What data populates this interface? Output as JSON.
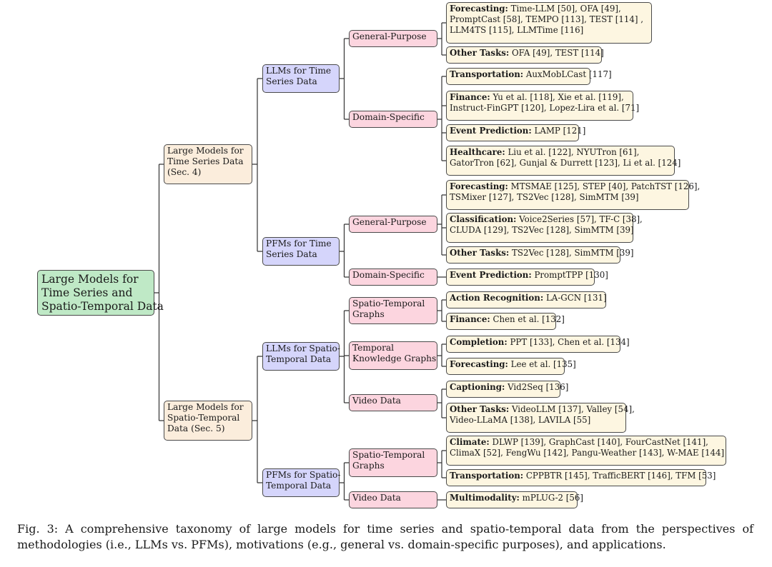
{
  "root": {
    "label": [
      "Large Models for",
      "Time Series and",
      "Spatio-Temporal Data"
    ]
  },
  "level1": [
    {
      "label": [
        "Large Models for",
        "Time Series Data",
        "(Sec. 4)"
      ]
    },
    {
      "label": [
        "Large Models for",
        "Spatio-Temporal",
        "Data (Sec. 5)"
      ]
    }
  ],
  "level2": [
    {
      "label": [
        "LLMs for Time",
        "Series Data"
      ]
    },
    {
      "label": [
        "PFMs for Time",
        "Series Data"
      ]
    },
    {
      "label": [
        "LLMs for Spatio-",
        "Temporal Data"
      ]
    },
    {
      "label": [
        "PFMs for Spatio-",
        "Temporal Data"
      ]
    }
  ],
  "level3": [
    {
      "label": [
        "General-Purpose"
      ]
    },
    {
      "label": [
        "Domain-Specific"
      ]
    },
    {
      "label": [
        "General-Purpose"
      ]
    },
    {
      "label": [
        "Domain-Specific"
      ]
    },
    {
      "label": [
        "Spatio-Temporal",
        "Graphs"
      ]
    },
    {
      "label": [
        "Temporal",
        "Knowledge Graphs"
      ]
    },
    {
      "label": [
        "Video Data"
      ]
    },
    {
      "label": [
        "Spatio-Temporal",
        "Graphs"
      ]
    },
    {
      "label": [
        "Video Data"
      ]
    }
  ],
  "leaves": [
    {
      "head": "Forecasting:",
      "lines": [
        " Time-LLM [50],  OFA [49],",
        "PromptCast [58],  TEMPO [113],  TEST [114] ,",
        "LLM4TS [115],  LLMTime [116]"
      ]
    },
    {
      "head": "Other Tasks:",
      "lines": [
        "  OFA [49],  TEST [114]"
      ]
    },
    {
      "head": "Transportation:",
      "lines": [
        "  AuxMobLCast [117]"
      ]
    },
    {
      "head": "Finance:",
      "lines": [
        " Yu et al. [118],  Xie et al. [119],",
        "Instruct-FinGPT [120],  Lopez-Lira et al. [71]"
      ]
    },
    {
      "head": "Event Prediction:",
      "lines": [
        " LAMP  [121]"
      ]
    },
    {
      "head": "Healthcare:",
      "lines": [
        " Liu et al. [122], NYUTron [61],",
        "GatorTron [62],  Gunjal & Durrett [123], Li et al. [124]"
      ]
    },
    {
      "head": "Forecasting:",
      "lines": [
        " MTSMAE [125],  STEP [40],  PatchTST [126],",
        "TSMixer [127],  TS2Vec [128], SimMTM [39]"
      ]
    },
    {
      "head": "Classification:",
      "lines": [
        " Voice2Series [57],   TF-C [38],",
        "CLUDA [129],  TS2Vec [128], SimMTM [39]"
      ]
    },
    {
      "head": "Other Tasks:",
      "lines": [
        " TS2Vec [128], SimMTM [39]"
      ]
    },
    {
      "head": "Event Prediction:",
      "lines": [
        " PromptTPP [130]"
      ]
    },
    {
      "head": "Action Recognition:",
      "lines": [
        " LA-GCN [131]"
      ]
    },
    {
      "head": "Finance:",
      "lines": [
        " Chen et al. [132]"
      ]
    },
    {
      "head": "Completion:",
      "lines": [
        " PPT [133],  Chen et al. [134]"
      ]
    },
    {
      "head": "Forecasting:",
      "lines": [
        " Lee et al. [135]"
      ]
    },
    {
      "head": "Captioning:",
      "lines": [
        " Vid2Seq [136]"
      ]
    },
    {
      "head": "Other Tasks:",
      "lines": [
        " VideoLLM [137],  Valley [54],",
        "Video-LLaMA [138],  LAVILA [55]"
      ]
    },
    {
      "head": "Climate:",
      "lines": [
        " DLWP [139],  GraphCast [140],  FourCastNet [141],",
        "ClimaX [52],  FengWu [142],  Pangu-Weather [143],  W-MAE [144]"
      ]
    },
    {
      "head": "Transportation:",
      "lines": [
        " CPPBTR [145],  TrafficBERT [146],  TFM [53]"
      ]
    },
    {
      "head": "Multimodality:",
      "lines": [
        " mPLUG-2 [56]"
      ]
    }
  ],
  "caption": "Fig. 3: A comprehensive taxonomy of large models for time series and spatio-temporal data from the perspectives of methodologies (i.e., LLMs vs. PFMs), motivations (e.g., general vs. domain-specific purposes), and applications.",
  "colors": {
    "root": "#bfe9c6",
    "level1": "#fbeddc",
    "level2": "#d5d5fb",
    "level3": "#fcd5df",
    "leaf": "#fdf6e1"
  }
}
